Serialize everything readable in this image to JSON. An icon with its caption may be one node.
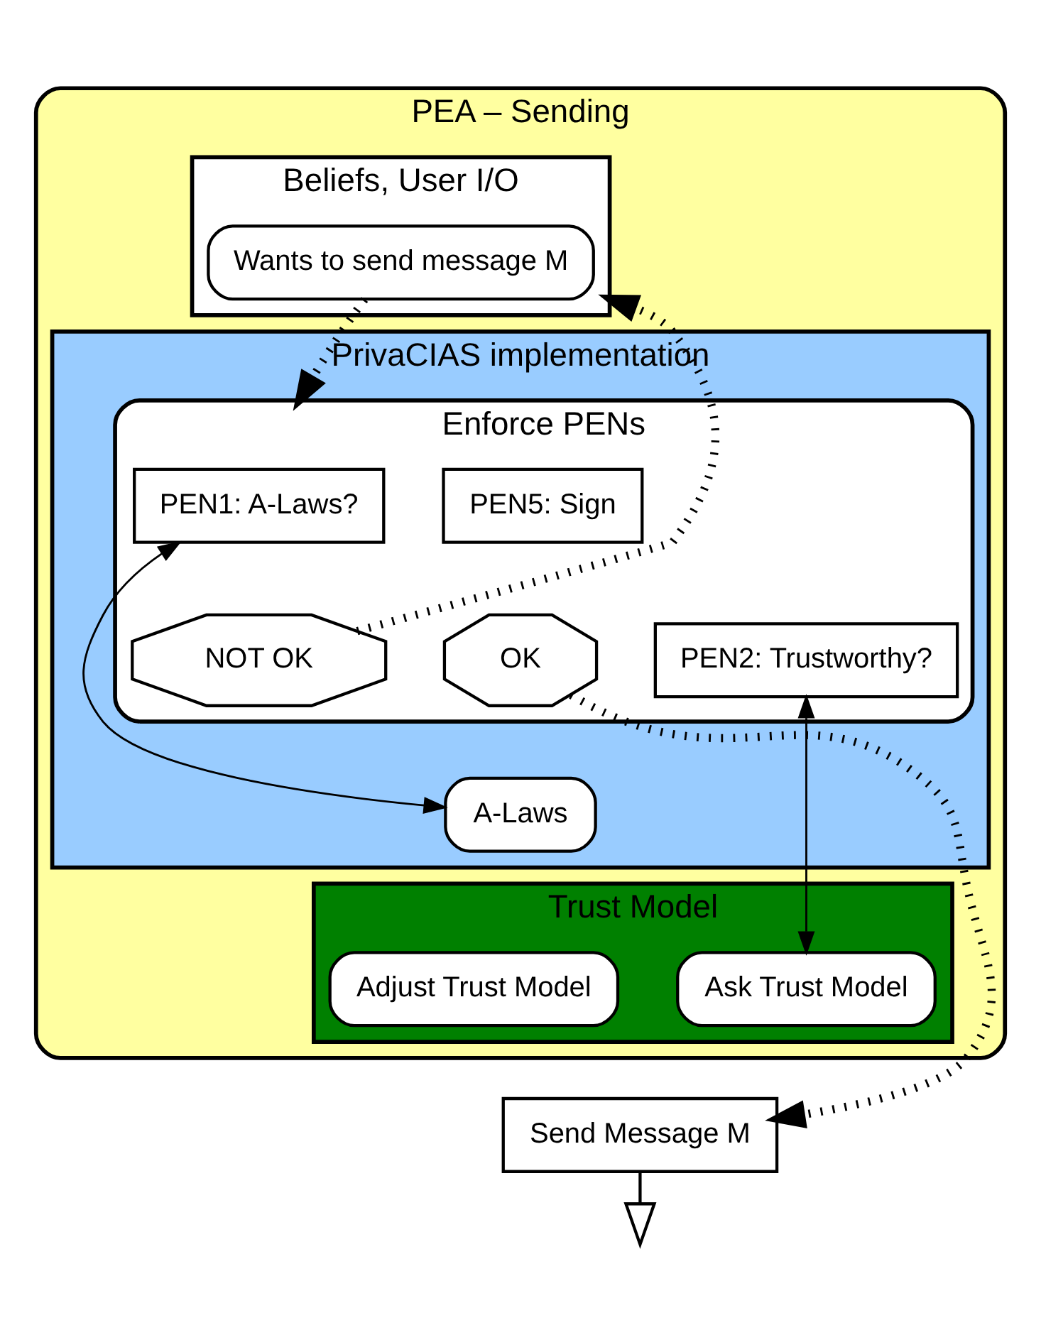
{
  "diagram": {
    "nodes": [
      {
        "text": [
          "PEA – Sending"
        ]
      },
      {
        "text": [
          "Beliefs, User I/O"
        ],
        "in": 0
      },
      {
        "text": [
          "Wants to send message M"
        ],
        "in": 1
      },
      {
        "text": [
          "PrivaCIAS implementation"
        ],
        "in": 0
      },
      {
        "text": [
          "Enforce PENs"
        ],
        "in": 3
      },
      {
        "text": [
          "PEN1: A-Laws?"
        ],
        "in": 4
      },
      {
        "text": [
          "PEN5: Sign"
        ],
        "in": 4
      },
      {
        "text": [
          "OK"
        ],
        "in": 4
      },
      {
        "text": [
          "PEN2: Trustworthy?"
        ],
        "in": 4
      },
      {
        "text": [
          "NOT OK"
        ],
        "in": 4
      },
      {
        "text": [
          "A-Laws"
        ],
        "in": 3
      },
      {
        "text": [
          "Trust Model"
        ],
        "in": 0
      },
      {
        "text": [
          "Adjust Trust Model"
        ],
        "in": 11
      },
      {
        "text": [
          "Ask Trust Model"
        ],
        "in": 11
      },
      {
        "text": [
          "Send Message M"
        ]
      }
    ],
    "edges": [
      {
        "from": 2,
        "to": 4,
        "arrow": "to",
        "style": "dashed"
      },
      {
        "from": 9,
        "to": 1,
        "arrow": "to",
        "style": "dashed"
      },
      {
        "from": 7,
        "to": 14,
        "arrow": "to",
        "style": "dashed"
      },
      {
        "from": 5,
        "to": 10,
        "arrow": "both"
      },
      {
        "from": 8,
        "to": 13,
        "arrow": "both"
      },
      {
        "from": 14,
        "to": null,
        "arrow": "to"
      }
    ]
  }
}
